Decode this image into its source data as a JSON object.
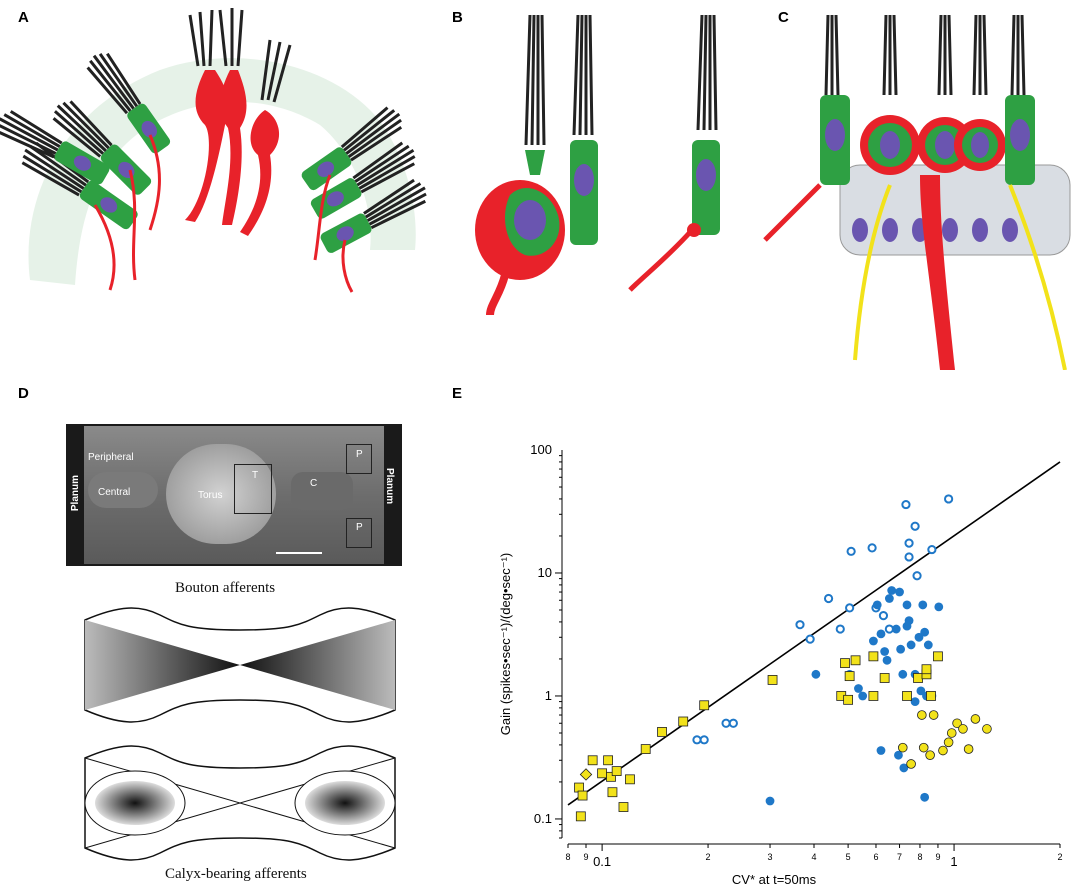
{
  "panels": {
    "a": "A",
    "b": "B",
    "c": "C",
    "d": "D",
    "e": "E"
  },
  "sem": {
    "peripheral": "Peripheral",
    "central": "Central",
    "torus": "Torus",
    "t": "T",
    "c": "C",
    "p_top": "P",
    "p_bottom": "P",
    "planum_left": "Planum",
    "planum_right": "Planum"
  },
  "captions": {
    "bouton": "Bouton afferents",
    "calyx": "Calyx-bearing afferents"
  },
  "colors": {
    "hair_cell": "#2ea043",
    "afferent": "#e8222a",
    "nucleus": "#6a55b0",
    "efferent": "#f2e21a",
    "support": "#d9dde3",
    "open_circle": "#1f78c8",
    "filled_circle": "#1f78c8",
    "square": "#f2e21a",
    "yellow_circle": "#f2e21a"
  },
  "chart_data": {
    "type": "scatter",
    "title": "",
    "xlabel": "CV* at t=50ms",
    "ylabel": "Gain (spikes•sec⁻¹)/(deg•sec⁻¹)",
    "xscale": "log",
    "yscale": "log",
    "xlim": [
      0.08,
      2
    ],
    "ylim": [
      0.07,
      100
    ],
    "x_ticks": [
      {
        "v": 0.08,
        "label": "8"
      },
      {
        "v": 0.09,
        "label": "9"
      },
      {
        "v": 0.1,
        "label": "0.1"
      },
      {
        "v": 0.2,
        "label": "2"
      },
      {
        "v": 0.3,
        "label": "3"
      },
      {
        "v": 0.4,
        "label": "4"
      },
      {
        "v": 0.5,
        "label": "5"
      },
      {
        "v": 0.6,
        "label": "6"
      },
      {
        "v": 0.7,
        "label": "7"
      },
      {
        "v": 0.8,
        "label": "8"
      },
      {
        "v": 0.9,
        "label": "9"
      },
      {
        "v": 1,
        "label": "1"
      },
      {
        "v": 2,
        "label": "2"
      }
    ],
    "y_ticks": [
      {
        "v": 0.1,
        "label": "0.1"
      },
      {
        "v": 1,
        "label": "1"
      },
      {
        "v": 10,
        "label": "10"
      },
      {
        "v": 100,
        "label": "100"
      }
    ],
    "regression_line": [
      [
        0.08,
        0.13
      ],
      [
        2,
        80
      ]
    ],
    "series": [
      {
        "marker": "open-circle",
        "points": [
          [
            0.186,
            0.44
          ],
          [
            0.195,
            0.44
          ],
          [
            0.225,
            0.6
          ],
          [
            0.236,
            0.6
          ],
          [
            0.365,
            3.8
          ],
          [
            0.39,
            2.9
          ],
          [
            0.44,
            6.2
          ],
          [
            0.475,
            3.5
          ],
          [
            0.505,
            5.2
          ],
          [
            0.51,
            15
          ],
          [
            0.585,
            16
          ],
          [
            0.6,
            5.2
          ],
          [
            0.63,
            4.5
          ],
          [
            0.655,
            3.5
          ],
          [
            0.745,
            13.5
          ],
          [
            0.73,
            36
          ],
          [
            0.775,
            24
          ],
          [
            0.785,
            9.5
          ],
          [
            0.745,
            17.5
          ],
          [
            0.865,
            15.5
          ],
          [
            0.965,
            40
          ]
        ]
      },
      {
        "marker": "filled-circle",
        "points": [
          [
            0.3,
            0.14
          ],
          [
            0.405,
            1.5
          ],
          [
            0.505,
            1.5
          ],
          [
            0.55,
            1.0
          ],
          [
            0.535,
            1.15
          ],
          [
            0.59,
            2.8
          ],
          [
            0.605,
            5.5
          ],
          [
            0.62,
            3.2
          ],
          [
            0.62,
            0.36
          ],
          [
            0.635,
            2.3
          ],
          [
            0.645,
            1.95
          ],
          [
            0.655,
            6.2
          ],
          [
            0.665,
            7.2
          ],
          [
            0.7,
            7.0
          ],
          [
            0.685,
            3.5
          ],
          [
            0.705,
            2.4
          ],
          [
            0.715,
            1.5
          ],
          [
            0.735,
            3.7
          ],
          [
            0.745,
            4.1
          ],
          [
            0.735,
            5.5
          ],
          [
            0.755,
            2.6
          ],
          [
            0.775,
            1.5
          ],
          [
            0.775,
            0.9
          ],
          [
            0.795,
            3.0
          ],
          [
            0.805,
            1.1
          ],
          [
            0.815,
            5.5
          ],
          [
            0.825,
            3.3
          ],
          [
            0.825,
            0.15
          ],
          [
            0.835,
            1.0
          ],
          [
            0.845,
            2.6
          ],
          [
            0.865,
            1.0
          ],
          [
            0.905,
            5.3
          ],
          [
            0.72,
            0.26
          ],
          [
            0.695,
            0.33
          ]
        ]
      },
      {
        "marker": "square",
        "points": [
          [
            0.087,
            0.105
          ],
          [
            0.086,
            0.18
          ],
          [
            0.088,
            0.155
          ],
          [
            0.094,
            0.3
          ],
          [
            0.1,
            0.235
          ],
          [
            0.104,
            0.3
          ],
          [
            0.106,
            0.22
          ],
          [
            0.107,
            0.165
          ],
          [
            0.11,
            0.245
          ],
          [
            0.115,
            0.125
          ],
          [
            0.12,
            0.21
          ],
          [
            0.133,
            0.37
          ],
          [
            0.148,
            0.51
          ],
          [
            0.17,
            0.62
          ],
          [
            0.195,
            0.84
          ],
          [
            0.305,
            1.35
          ],
          [
            0.478,
            1.0
          ],
          [
            0.49,
            1.85
          ],
          [
            0.5,
            0.93
          ],
          [
            0.505,
            1.45
          ],
          [
            0.525,
            1.95
          ],
          [
            0.59,
            1.0
          ],
          [
            0.59,
            2.1
          ],
          [
            0.635,
            1.4
          ],
          [
            0.735,
            1.0
          ],
          [
            0.79,
            1.4
          ],
          [
            0.835,
            1.5
          ],
          [
            0.835,
            1.65
          ],
          [
            0.86,
            1.0
          ],
          [
            0.9,
            2.1
          ]
        ]
      },
      {
        "marker": "yellow-circle",
        "points": [
          [
            0.715,
            0.38
          ],
          [
            0.755,
            0.28
          ],
          [
            0.81,
            0.7
          ],
          [
            0.82,
            0.38
          ],
          [
            0.855,
            0.33
          ],
          [
            0.875,
            0.7
          ],
          [
            0.93,
            0.36
          ],
          [
            0.965,
            0.42
          ],
          [
            0.985,
            0.5
          ],
          [
            1.02,
            0.6
          ],
          [
            1.06,
            0.54
          ],
          [
            1.1,
            0.37
          ],
          [
            1.15,
            0.65
          ],
          [
            1.24,
            0.54
          ]
        ]
      },
      {
        "marker": "yellow-diamond",
        "points": [
          [
            0.09,
            0.23
          ]
        ]
      }
    ]
  }
}
